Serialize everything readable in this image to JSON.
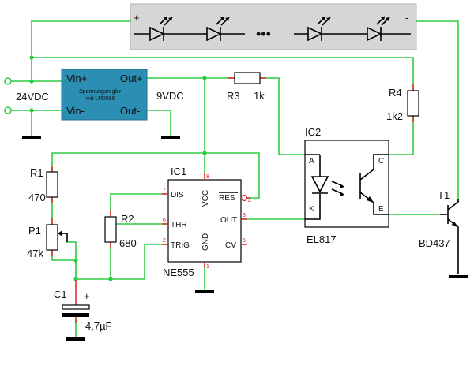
{
  "led_strip": {
    "plus": "+",
    "minus": "-",
    "ellipsis": "•••",
    "fill_color": "#d6d6d6"
  },
  "input": {
    "voltage": "24VDC"
  },
  "regulator": {
    "vin_plus": "Vin+",
    "vin_minus": "Vin-",
    "out_plus": "Out+",
    "out_minus": "Out-",
    "title_line1": "Spannungsregler",
    "title_line2": "mit LM2596",
    "output_voltage": "9VDC",
    "color": "#2a8fb3"
  },
  "r3": {
    "name": "R3",
    "value": "1k"
  },
  "r4": {
    "name": "R4",
    "value": "1k2"
  },
  "r1": {
    "name": "R1",
    "value": "470"
  },
  "r2": {
    "name": "R2",
    "value": "680"
  },
  "p1": {
    "name": "P1",
    "value": "47k"
  },
  "c1": {
    "name": "C1",
    "value": "4,7µF",
    "polarity": "+"
  },
  "ic1": {
    "name": "IC1",
    "part": "NE555",
    "pins": {
      "dis": "DIS",
      "thr": "THR",
      "trig": "TRIG",
      "vcc": "VCC",
      "gnd": "GND",
      "res": "RES",
      "out": "OUT",
      "cv": "CV"
    },
    "pin_numbers": {
      "dis": "7",
      "thr": "6",
      "trig": "2",
      "vcc": "8",
      "gnd": "1",
      "res": "4",
      "out": "3",
      "cv": "5"
    }
  },
  "ic2": {
    "name": "IC2",
    "part": "EL817",
    "pins": {
      "a": "A",
      "k": "K",
      "c": "C",
      "e": "E"
    }
  },
  "t1": {
    "name": "T1",
    "part": "BD437"
  },
  "colors": {
    "wire": "#2ecc40",
    "lead": "#e03030"
  }
}
